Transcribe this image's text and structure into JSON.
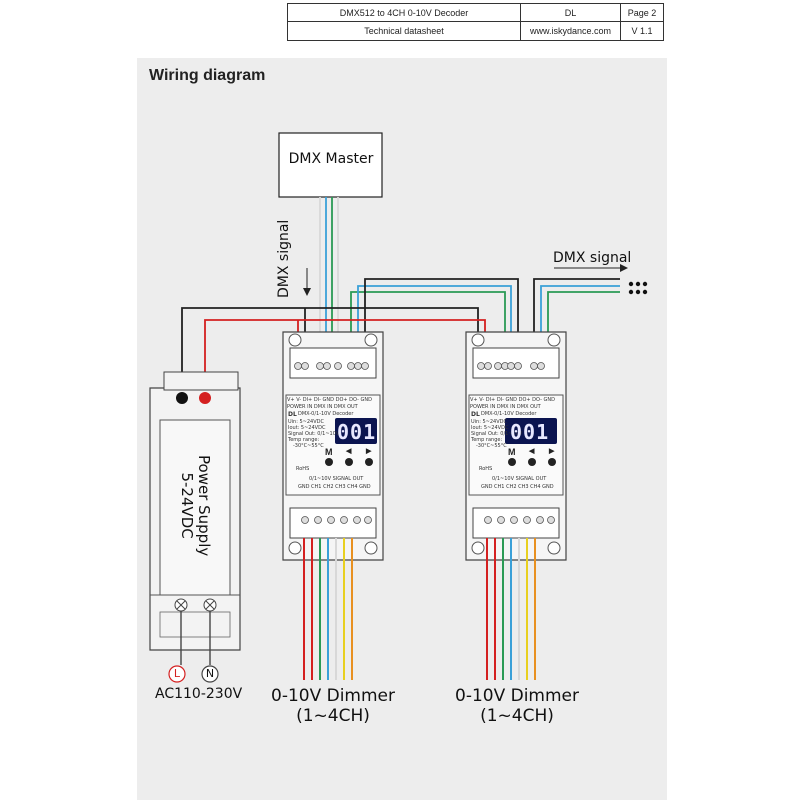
{
  "header": {
    "product": "DMX512 to 4CH 0-10V Decoder",
    "brand": "DL",
    "page": "Page 2",
    "doc_type": "Technical datasheet",
    "website": "www.iskydance.com",
    "version": "V 1.1"
  },
  "section_title": "Wiring diagram",
  "dmx_master": "DMX Master",
  "dmx_signal_in": "DMX signal",
  "dmx_signal_out": "DMX signal",
  "power_supply": {
    "line1": "Power Supply",
    "line2": "5-24VDC",
    "live": "L",
    "neutral": "N",
    "ac_input": "AC110-230V"
  },
  "decoders": [
    {
      "display": "001",
      "brand": "DL",
      "model": "DMX-0/1-10V Decoder",
      "top_terms": "V+  V-  DI+  DI-  GND  DO+  DO-  GND",
      "top_groups": "POWER IN    DMX IN    DMX OUT",
      "spec1": "Uin: 5~24VDC",
      "spec2": "Iout: 5~24VDC",
      "spec3": "Signal Out: 0/1~10V",
      "spec4": "Temp range:",
      "spec5": "-30°C~55°C",
      "btn_m": "M",
      "rohs": "RoHS",
      "bottom_title": "0/1~10V SIGNAL OUT",
      "bottom_terms": "GND  CH1  CH2  CH3  CH4  GND"
    },
    {
      "display": "001",
      "brand": "DL",
      "model": "DMX-0/1-10V Decoder",
      "top_terms": "V+  V-  DI+  DI-  GND  DO+  DO-  GND",
      "top_groups": "POWER IN    DMX IN    DMX OUT",
      "spec1": "Uin: 5~24VDC",
      "spec2": "Iout: 5~24VDC",
      "spec3": "Signal Out: 0/1~10V",
      "spec4": "Temp range:",
      "spec5": "-30°C~55°C",
      "btn_m": "M",
      "rohs": "RoHS",
      "bottom_title": "0/1~10V SIGNAL OUT",
      "bottom_terms": "GND  CH1  CH2  CH3  CH4  GND"
    }
  ],
  "outputs": [
    {
      "line1": "0-10V Dimmer",
      "line2": "(1~4CH)"
    },
    {
      "line1": "0-10V Dimmer",
      "line2": "(1~4CH)"
    }
  ],
  "colors": {
    "red_wire": "#d42020",
    "black_wire": "#222222",
    "white_wire": "#d8d8d8",
    "green_wire": "#2a9a55",
    "blue_wire": "#3aa0d8",
    "yellow_wire": "#e8d020",
    "orange_wire": "#e89020",
    "display_bg": "#0b1450"
  }
}
